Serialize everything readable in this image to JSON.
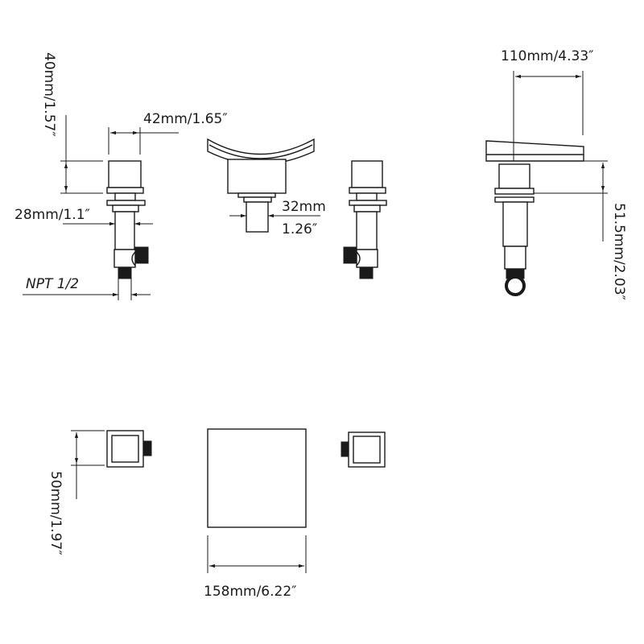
{
  "dimensions": {
    "handle_height": "40mm/1.57″",
    "handle_width": "42mm/1.65″",
    "valve_shank": "28mm/1.1″",
    "thread": "NPT 1/2",
    "spout_shank_mm": "32mm",
    "spout_shank_in": "1.26″",
    "spout_length": "110mm/4.33″",
    "spout_height": "51.5mm/2.03″",
    "handle_square": "50mm/1.97″",
    "spout_width": "158mm/6.22″"
  },
  "colors": {
    "line": "#1a1a1a",
    "background": "#ffffff"
  }
}
